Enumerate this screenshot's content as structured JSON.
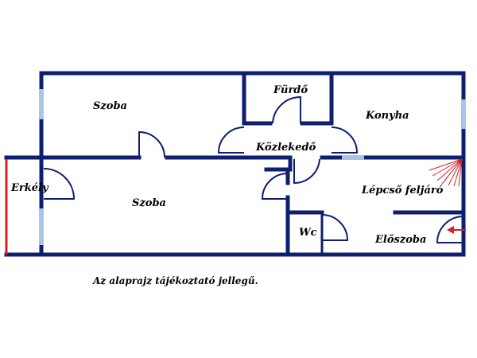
{
  "colors": {
    "wall": "#0f1e6e",
    "window": "#a9c4e8",
    "balcony_rail": "#d42020",
    "stair_hatch": "#d42020",
    "entry_arrow": "#d42020",
    "door_line": "#0f1e6e"
  },
  "rooms": {
    "szoba_top": "Szoba",
    "furdo": "Fürdő",
    "konyha": "Konyha",
    "kozlekedo": "Közlekedő",
    "erkely": "Erkély",
    "szoba_main": "Szoba",
    "lepcso": "Lépcső feljáró",
    "wc": "Wc",
    "eloszoba": "Előszoba"
  },
  "caption": "Az alaprajz tájékoztató jellegű."
}
